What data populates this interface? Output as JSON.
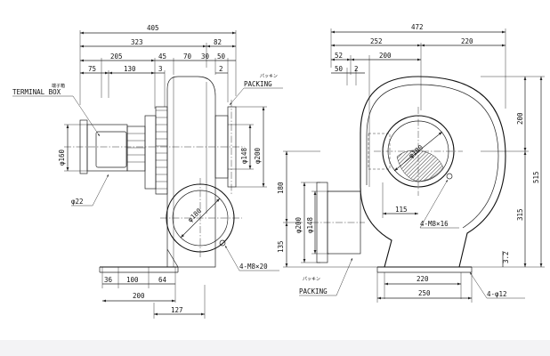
{
  "side_view": {
    "overall_widths": [
      "405",
      "323",
      "82"
    ],
    "segments": [
      "205",
      "45",
      "70",
      "30",
      "50"
    ],
    "sub_segments": [
      "75",
      "130",
      "3",
      "2"
    ],
    "terminal_box_jp": "端子箱",
    "terminal_box": "TERMINAL BOX",
    "packing_jp": "パッキン",
    "packing": "PACKING",
    "motor_dia": "φ160",
    "shaft_dia": "φ22",
    "outlet_dia_148": "φ148",
    "outlet_dia_200": "φ200",
    "inlet_dia": "φ180",
    "inlet_bolts": "4-M8×20",
    "base_dims": [
      "36",
      "100",
      "64"
    ],
    "base_total": "200",
    "base_offset": "127"
  },
  "front_view": {
    "overall_width": "472",
    "widths": [
      "252",
      "220"
    ],
    "sub_widths": [
      "52",
      "200"
    ],
    "flange_widths": [
      "50",
      "2"
    ],
    "height_upper": "200",
    "height_total": "515",
    "height_lower": "315",
    "inlet_dia": "φ180",
    "inlet_offset": "115",
    "inlet_bolts": "4-M8×16",
    "outlet_height": "180",
    "outlet_dia_200": "φ200",
    "outlet_dia_148": "φ148",
    "outlet_base_height": "135",
    "outlet_angle": "3.2",
    "packing_jp": "パッキン",
    "packing": "PACKING",
    "base_inner": "220",
    "base_outer": "250",
    "foot_holes": "4-φ12"
  }
}
